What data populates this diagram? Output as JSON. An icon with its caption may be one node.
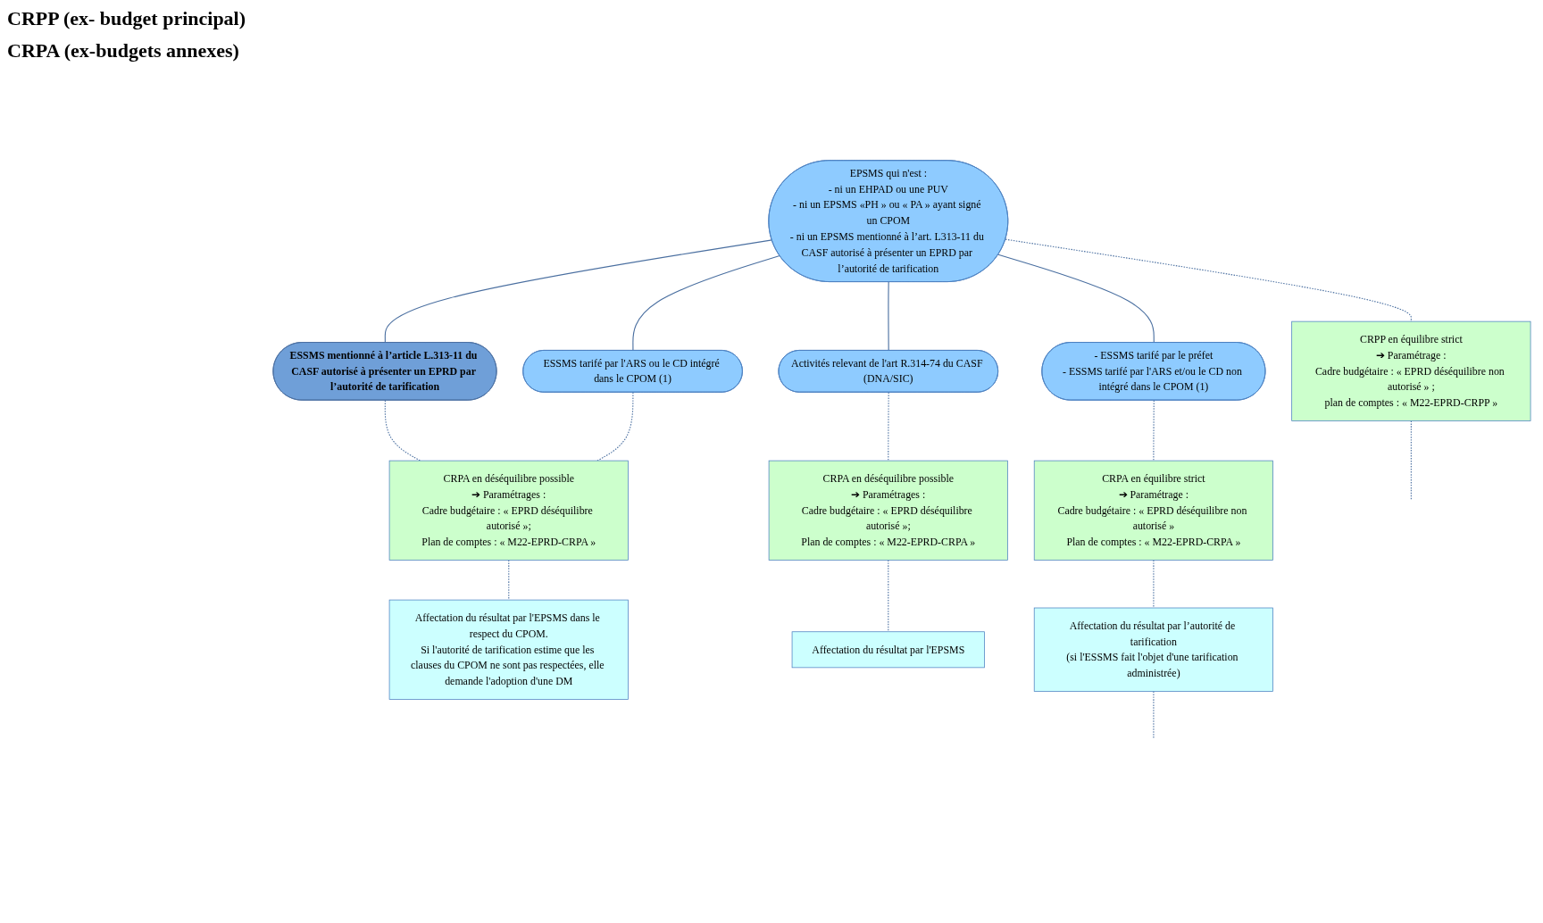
{
  "diagram": {
    "nodes": [
      {
        "text": [
          "EPSMS qui n'est :",
          "- ni un EHPAD ou une PUV",
          "- ni un EPSMS «PH » ou « PA » ayant signé un CPOM",
          "- ni un EPSMS mentionné à l’art. L313-11 du CASF autorisé à présenter un EPRD par l’autorité de tarification"
        ]
      },
      {
        "text": [
          "CRPP en équilibre strict",
          "➔ Paramétrage :",
          "Cadre budgétaire : « EPRD déséquilibre non autorisé » ;",
          "plan de comptes : « M22-EPRD-CRPP »"
        ]
      },
      {
        "text": [
          "ESSMS mentionné à l’article L.313-11 du CASF autorisé à présenter un EPRD par l’autorité de tarification"
        ]
      },
      {
        "text": [
          "ESSMS tarifé par l'ARS ou le CD intégré dans le CPOM (1)"
        ]
      },
      {
        "text": [
          "Activités relevant de l'art R.314-74 du CASF (DNA/SIC)"
        ]
      },
      {
        "text": [
          "- ESSMS tarifé par le préfet",
          "- ESSMS tarifé par l'ARS et/ou le CD non intégré dans le CPOM (1)"
        ]
      },
      {
        "text": [
          "CRPA en déséquilibre possible",
          "➔ Paramétrages :",
          "Cadre budgétaire : « EPRD déséquilibre autorisé »;",
          "Plan de comptes : « M22-EPRD-CRPA »"
        ]
      },
      {
        "text": [
          "CRPA en déséquilibre possible",
          "➔ Paramétrages :",
          "Cadre budgétaire : « EPRD déséquilibre autorisé »;",
          "Plan de comptes : « M22-EPRD-CRPA »"
        ]
      },
      {
        "text": [
          "CRPA en équilibre strict",
          "➔ Paramétrage :",
          "Cadre budgétaire : « EPRD déséquilibre non autorisé »",
          "Plan de comptes : « M22-EPRD-CRPA »"
        ]
      },
      {
        "text": [
          "Affectation du résultat par l'EPSMS dans le respect du CPOM.",
          "Si l'autorité de tarification estime que les clauses du CPOM ne sont pas respectées, elle demande l'adoption d'une DM"
        ]
      },
      {
        "text": [
          "Affectation du résultat par l'EPSMS"
        ]
      },
      {
        "text": [
          "Affectation du résultat par l’autorité de tarification",
          "(si l'ESSMS fait l'objet d'une tarification administrée)"
        ]
      }
    ],
    "edges": [
      {
        "from": 0,
        "to": 1,
        "arrow": "none",
        "style": "dashed"
      },
      {
        "from": 1,
        "to": null,
        "arrow": "none",
        "style": "dashed"
      },
      {
        "from": 0,
        "to": 2,
        "arrow": "none"
      },
      {
        "from": 0,
        "to": 3,
        "arrow": "none"
      },
      {
        "from": 0,
        "to": 4,
        "arrow": "none"
      },
      {
        "from": 0,
        "to": 5,
        "arrow": "none"
      },
      {
        "from": 2,
        "to": 6,
        "arrow": "none",
        "style": "dashed"
      },
      {
        "from": 3,
        "to": 6,
        "arrow": "none",
        "style": "dashed"
      },
      {
        "from": 4,
        "to": 7,
        "arrow": "none",
        "style": "dashed"
      },
      {
        "from": 5,
        "to": 8,
        "arrow": "none",
        "style": "dashed"
      },
      {
        "from": 6,
        "to": 9,
        "arrow": "none",
        "style": "dashed"
      },
      {
        "from": 7,
        "to": 10,
        "arrow": "none",
        "style": "dashed"
      },
      {
        "from": 8,
        "to": 11,
        "arrow": "none",
        "style": "dashed"
      },
      {
        "from": 11,
        "to": null,
        "arrow": "none",
        "style": "dashed"
      }
    ],
    "labels": [
      "CRPP (ex- budget principal)",
      "CRPA (ex-budgets annexes)"
    ]
  }
}
